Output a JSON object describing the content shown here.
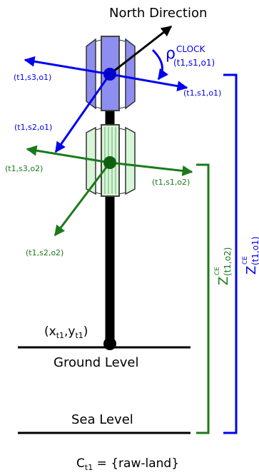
{
  "labels": {
    "north_direction": "North Direction",
    "rho_symbol": "ρ",
    "rho_sup": "CLOCK",
    "rho_sub": "(t1,s1,o1)",
    "ground_level": "Ground Level",
    "sea_level": "Sea Level",
    "base_point_open": "(x",
    "base_point_sub1": "t1",
    "base_point_mid": ",y",
    "base_point_sub2": "t1",
    "base_point_close": ")",
    "config_c": "C",
    "config_sub": "t1",
    "config_rest": " = {raw-land}"
  },
  "sector_labels": {
    "o1_s3": "(t1,s3,o1)",
    "o1_s1": "(t1,s1,o1)",
    "o1_s2": "(t1,s2,o1)",
    "o2_s3": "(t1,s3,o2)",
    "o2_s1": "(t1,s1,o2)",
    "o2_s2": "(t1,s2,o2)"
  },
  "height_labels": {
    "o1": {
      "z": "Z",
      "sup": "CE",
      "sub": "(t1,o1)"
    },
    "o2": {
      "z": "Z",
      "sup": "CE",
      "sub": "(t1,o2)"
    }
  },
  "colors": {
    "blue": "#0000ee",
    "green": "#1a7a1a",
    "panel_blue": "#8e8ef0",
    "panel_green": "#d8f5d8",
    "black": "#000000"
  }
}
